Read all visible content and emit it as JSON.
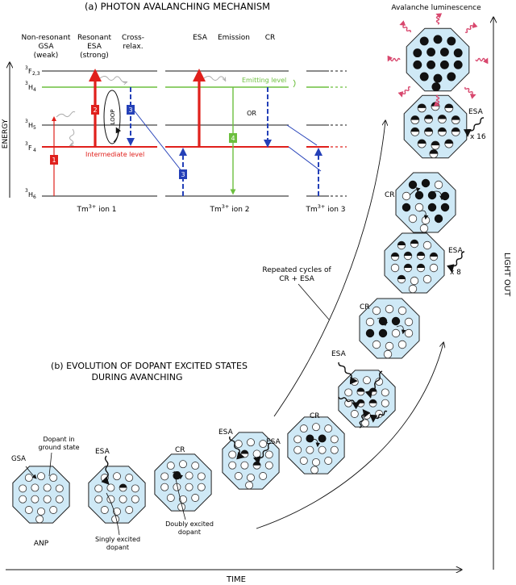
{
  "part_a": {
    "title": "(a) PHOTON AVALANCHING MECHANISM",
    "energy_axis_label": "ENERGY",
    "col_headers": {
      "gsa": [
        "Non-resonant",
        "GSA",
        "(weak)"
      ],
      "resonant_esa": [
        "Resonant",
        "ESA",
        "(strong)"
      ],
      "cross_relax": [
        "Cross-",
        "relax."
      ],
      "esa": "ESA",
      "emission": "Emission",
      "cr": "CR"
    },
    "levels": {
      "f23": {
        "base": "3",
        "main": "F",
        "sub": "2,3"
      },
      "h4": {
        "base": "3",
        "main": "H",
        "sub": "4"
      },
      "h5": {
        "base": "3",
        "main": "H",
        "sub": "5"
      },
      "f4": {
        "base": "3",
        "main": "F",
        "sub": "4"
      },
      "h6": {
        "base": "3",
        "main": "H",
        "sub": "6"
      }
    },
    "step_labels": [
      "1",
      "2",
      "3",
      "3",
      "4"
    ],
    "loop_label": "LOOP",
    "or_label": "OR",
    "intermediate_level": "Intermediate level",
    "emitting_level": "Emitting level",
    "ions": {
      "ion1": {
        "pre": "Tm",
        "sup": "3+",
        "post": " ion 1"
      },
      "ion2": {
        "pre": "Tm",
        "sup": "3+",
        "post": " ion 2"
      },
      "ion3": {
        "pre": "Tm",
        "sup": "3+",
        "post": " ion 3"
      }
    }
  },
  "part_b": {
    "title_line1": "(b) EVOLUTION OF DOPANT EXCITED STATES",
    "title_line2": "DURING AVANCHING",
    "stage_labels": {
      "gsa": "GSA",
      "dopant_ground": [
        "Dopant in",
        "ground state"
      ],
      "anp": "ANP",
      "esa1": "ESA",
      "singly": [
        "Singly excited",
        "dopant"
      ],
      "cr1": "CR",
      "doubly": [
        "Doubly excited",
        "dopant"
      ],
      "esa_left": "ESA",
      "esa_right": "ESA",
      "cr2": "CR",
      "esa_many": "ESA",
      "cr3": "CR",
      "esa_x8": "ESA",
      "x8": "x 8",
      "cr4": "CR",
      "esa_x16": "ESA",
      "x16": "x 16"
    },
    "repeated_cycles": [
      "Repeated cycles of",
      "CR + ESA"
    ],
    "avalanche_luminescence": "Avalanche luminescence",
    "time_axis": "TIME",
    "light_out_axis": "LIGHT OUT"
  },
  "colors": {
    "red": "#e0201c",
    "green": "#6cbf3e",
    "blue": "#2440b8",
    "level_gray": "#444444",
    "particle_fill": "#cfe9f6",
    "pink": "#d8486e"
  },
  "particle_icons": [
    "octagon-particle",
    "ground-state-dopant",
    "singly-excited-dopant",
    "doubly-excited-dopant",
    "photon-wave-icon"
  ]
}
